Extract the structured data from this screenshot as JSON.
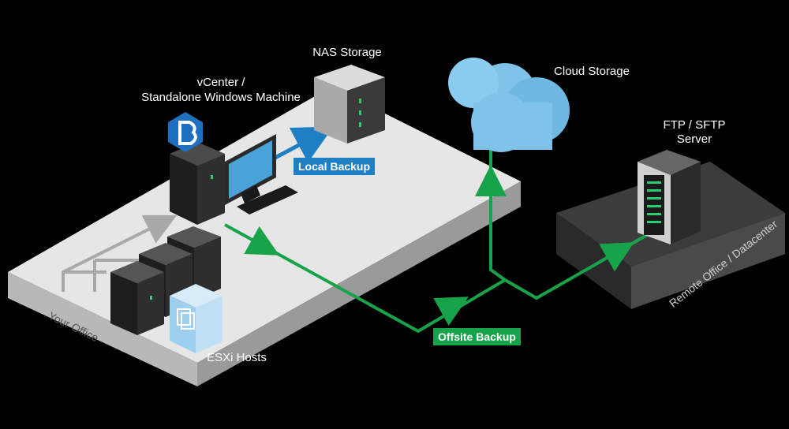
{
  "labels": {
    "nas_storage": "NAS Storage",
    "vcenter_line1": "vCenter /",
    "vcenter_line2": "Standalone Windows Machine",
    "cloud_storage": "Cloud Storage",
    "ftp_line1": "FTP / SFTP",
    "ftp_line2": "Server",
    "esxi_hosts": "ESXi Hosts",
    "your_office": "Your Office",
    "remote_office": "Remote Office / Datacenter"
  },
  "tags": {
    "local_backup": "Local Backup",
    "offsite_backup": "Offsite Backup"
  },
  "colors": {
    "local": "#1e7fc4",
    "offsite": "#16a34a",
    "platform": "#e4e4e4",
    "remote_platform": "#3a3a3a",
    "cloud": "#7fc3ea"
  },
  "icons": {
    "logo": "backup-logo-icon",
    "vmware": "vmware-icon"
  }
}
